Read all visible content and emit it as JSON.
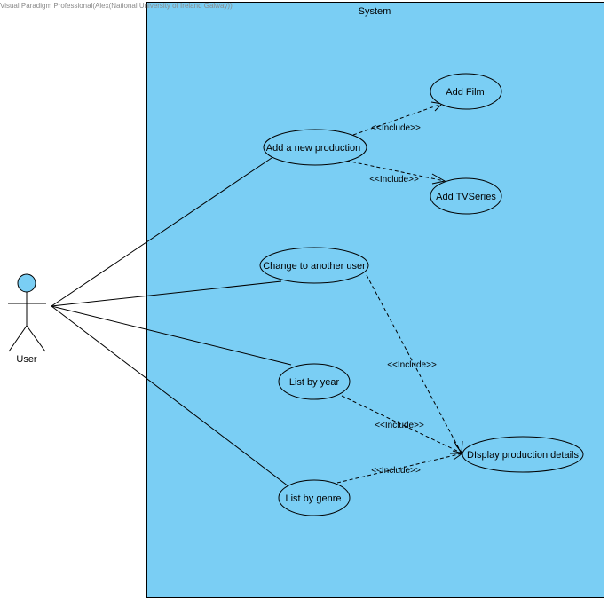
{
  "watermark": "Visual Paradigm Professional(Alex(National University of Ireland Galway))",
  "system": {
    "label": "System",
    "fill": "#7acef4"
  },
  "actor": {
    "label": "User",
    "head_fill": "#7acef4"
  },
  "use_cases": {
    "add_production": "Add a new production",
    "add_film": "Add Film",
    "add_tvseries": "Add TVSeries",
    "change_user": "Change to another user",
    "list_year": "List by year",
    "list_genre": "List by genre",
    "display_details": "DIsplay production details"
  },
  "include_label": "<<Include>>"
}
